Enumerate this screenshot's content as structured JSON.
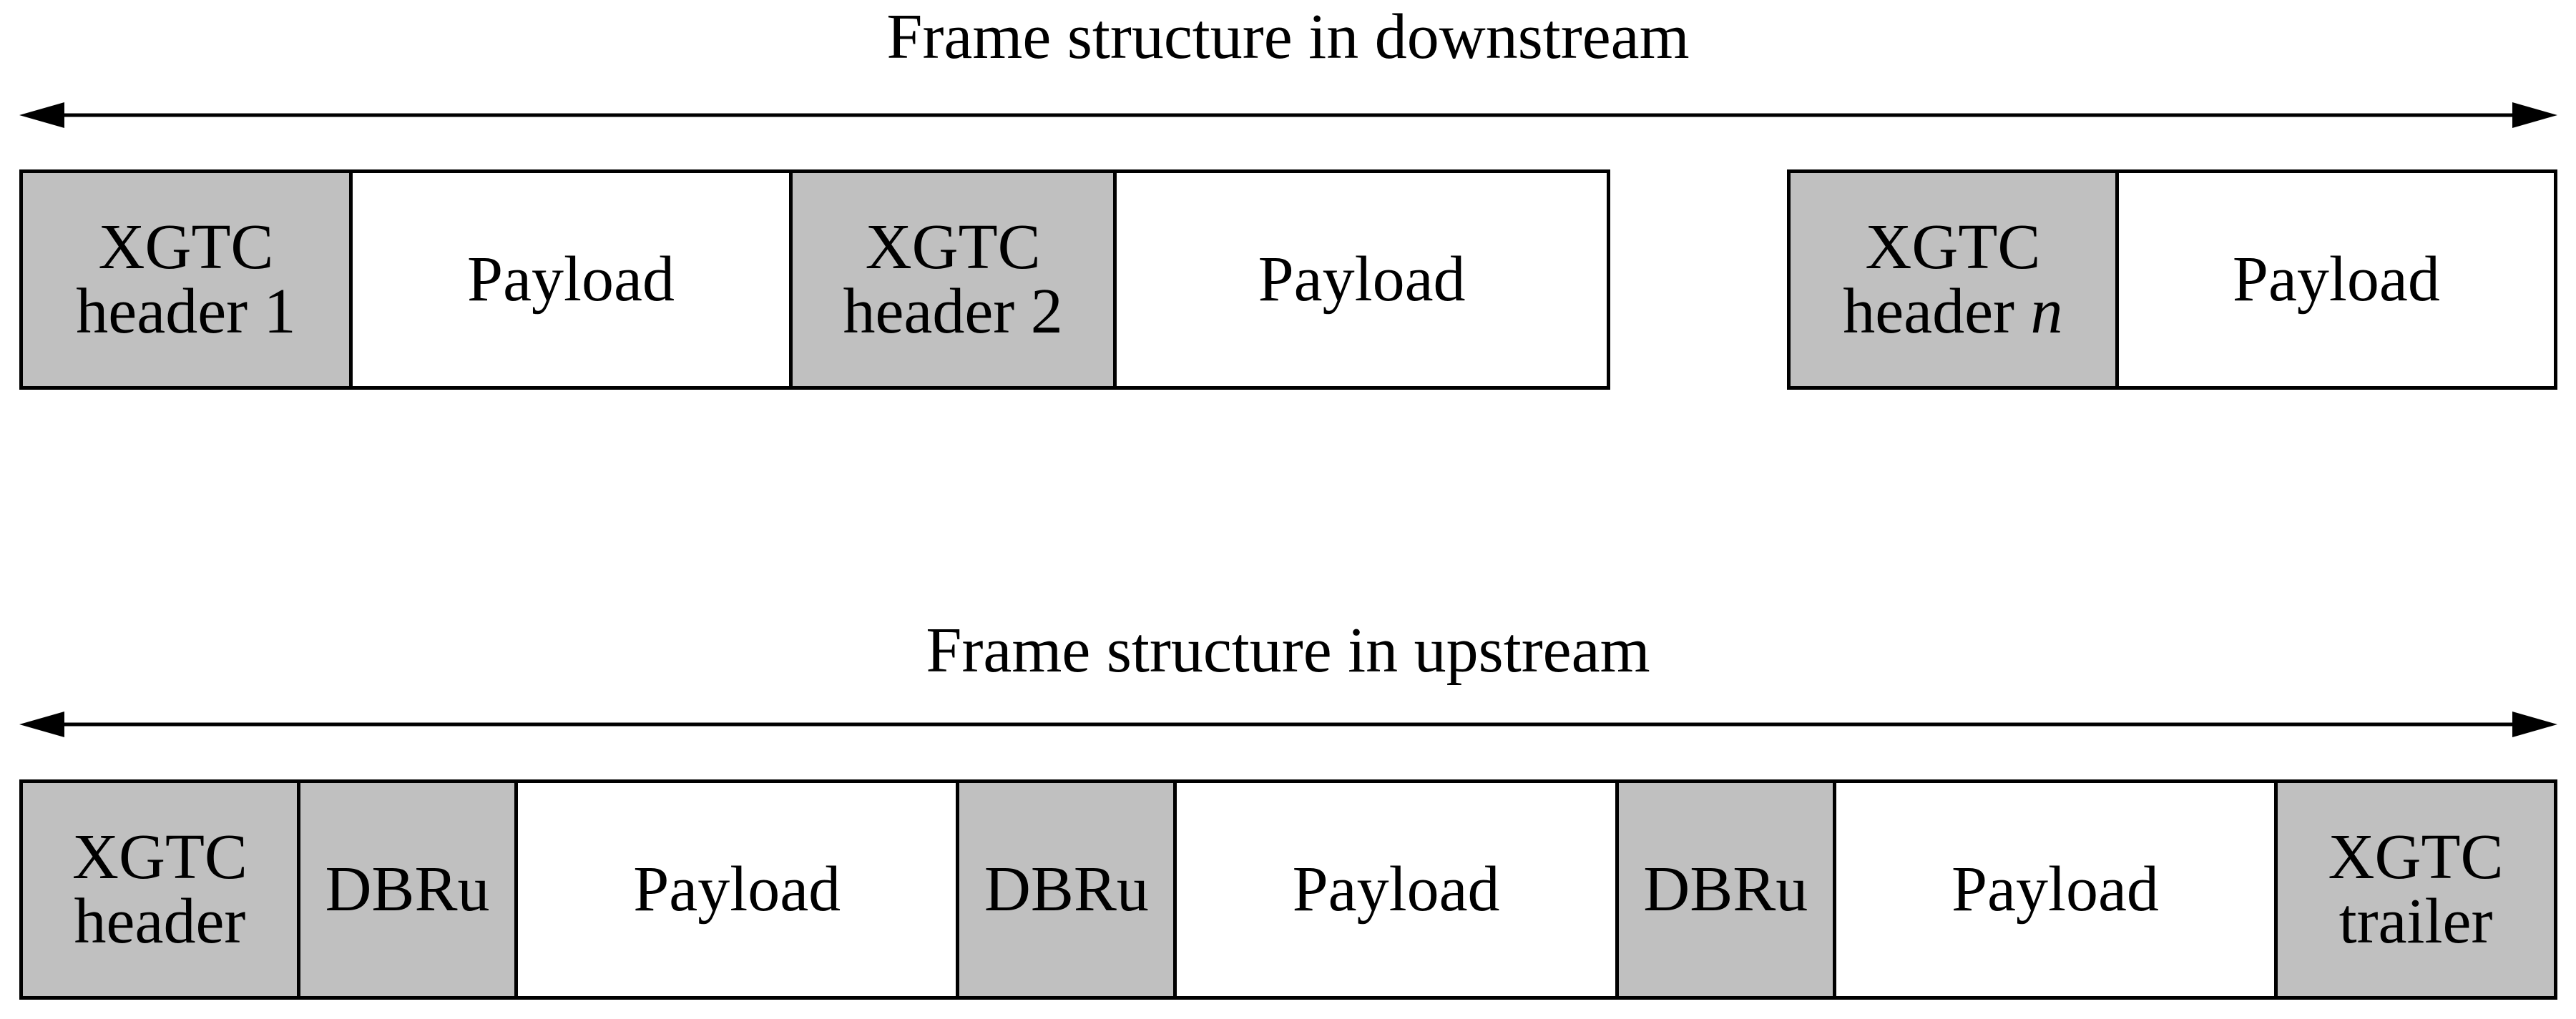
{
  "downstream": {
    "title": "Frame structure in downstream",
    "group_a": [
      {
        "line1": "XGTC",
        "line2": "header 1",
        "line2_italic": "",
        "type": "grey"
      },
      {
        "line1": "Payload",
        "line2": "",
        "line2_italic": "",
        "type": "white"
      },
      {
        "line1": "XGTC",
        "line2": "header 2",
        "line2_italic": "",
        "type": "grey"
      },
      {
        "line1": "Payload",
        "line2": "",
        "line2_italic": "",
        "type": "white"
      }
    ],
    "group_b": [
      {
        "line1": "XGTC",
        "line2": "header ",
        "line2_italic": "n",
        "type": "grey"
      },
      {
        "line1": "Payload",
        "line2": "",
        "line2_italic": "",
        "type": "white"
      }
    ]
  },
  "upstream": {
    "title": "Frame structure in upstream",
    "cells": [
      {
        "line1": "XGTC",
        "line2": "header",
        "line2_italic": "",
        "type": "grey"
      },
      {
        "line1": "DBRu",
        "line2": "",
        "line2_italic": "",
        "type": "grey"
      },
      {
        "line1": "Payload",
        "line2": "",
        "line2_italic": "",
        "type": "white"
      },
      {
        "line1": "DBRu",
        "line2": "",
        "line2_italic": "",
        "type": "grey"
      },
      {
        "line1": "Payload",
        "line2": "",
        "line2_italic": "",
        "type": "white"
      },
      {
        "line1": "DBRu",
        "line2": "",
        "line2_italic": "",
        "type": "grey"
      },
      {
        "line1": "Payload",
        "line2": "",
        "line2_italic": "",
        "type": "white"
      },
      {
        "line1": "XGTC",
        "line2": "trailer",
        "line2_italic": "",
        "type": "grey"
      }
    ]
  },
  "colors": {
    "field_grey": "#c0c0c0",
    "field_white": "#ffffff",
    "stroke": "#000000"
  }
}
